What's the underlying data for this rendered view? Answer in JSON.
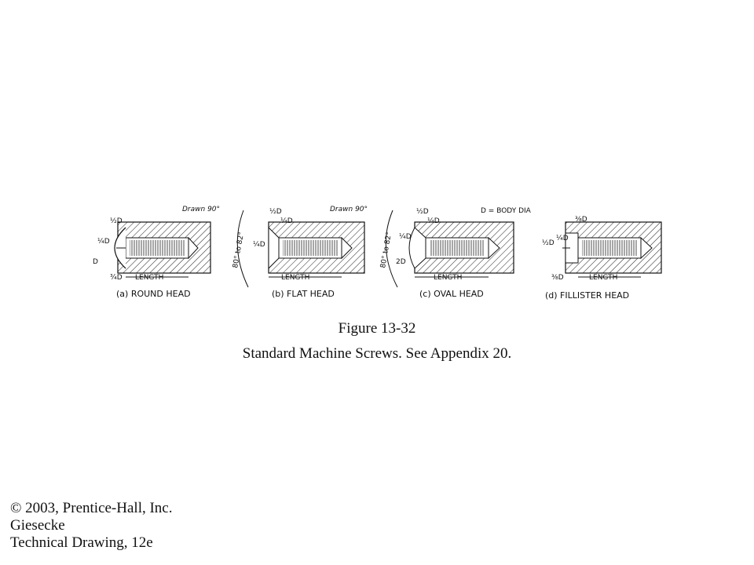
{
  "figure": {
    "screws": [
      {
        "label": "(a) ROUND HEAD"
      },
      {
        "label": "(b) FLAT HEAD",
        "angle_note": "Drawn 90°",
        "angle_range": "80° to 82°"
      },
      {
        "label": "(c) OVAL HEAD",
        "angle_note": "Drawn 90°",
        "angle_range": "80° to 82°"
      },
      {
        "label": "(d) FILLISTER HEAD"
      }
    ],
    "length_label": "LENGTH",
    "legend_note": "D = BODY DIA",
    "dims": {
      "half_d": "½D",
      "quarter_d": "¼D",
      "three_quarter_d": "¾D",
      "two_d": "2D",
      "d": "D",
      "three_eighth_d": "⅜D"
    }
  },
  "caption": {
    "number": "Figure 13-32",
    "text": "Standard Machine Screws. See Appendix 20."
  },
  "credits": {
    "copyright": "© 2003, Prentice-Hall, Inc.",
    "author": "Giesecke",
    "book": "Technical Drawing, 12e"
  }
}
